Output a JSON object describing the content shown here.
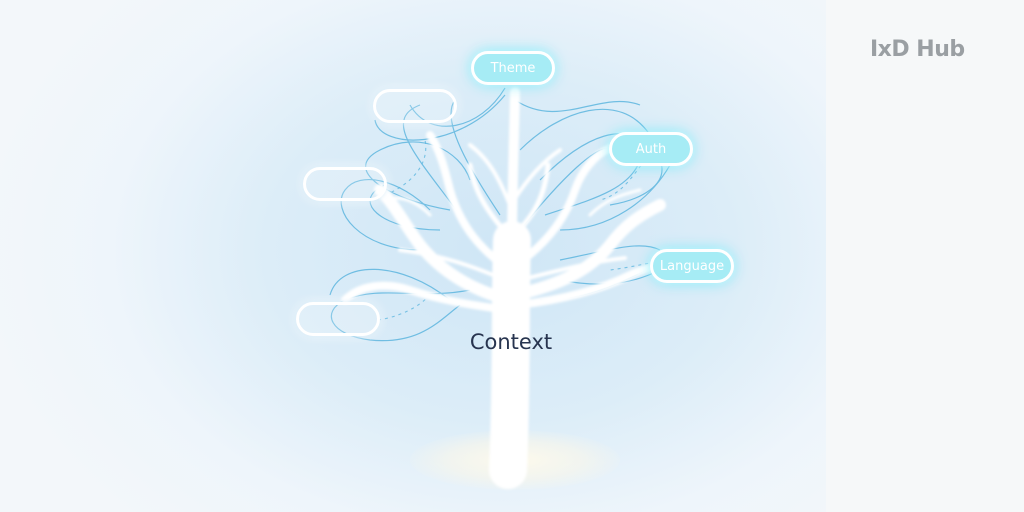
{
  "diagram": {
    "center_label": "Context",
    "nodes": [
      {
        "id": "theme",
        "label": "Theme",
        "style": "filled"
      },
      {
        "id": "auth",
        "label": "Auth",
        "style": "filled"
      },
      {
        "id": "language",
        "label": "Language",
        "style": "filled"
      },
      {
        "id": "blank-1",
        "label": "",
        "style": "outline"
      },
      {
        "id": "blank-2",
        "label": "",
        "style": "outline"
      },
      {
        "id": "blank-3",
        "label": "",
        "style": "outline"
      }
    ]
  },
  "brand": {
    "logo_text": "IxD Hub"
  },
  "colors": {
    "background": "#dcedf8",
    "tree": "#ffffff",
    "connector": "#5eb6df",
    "node_fill": "#a6ecf5",
    "center_text": "#27344f",
    "logo": "#9a9fa3"
  }
}
